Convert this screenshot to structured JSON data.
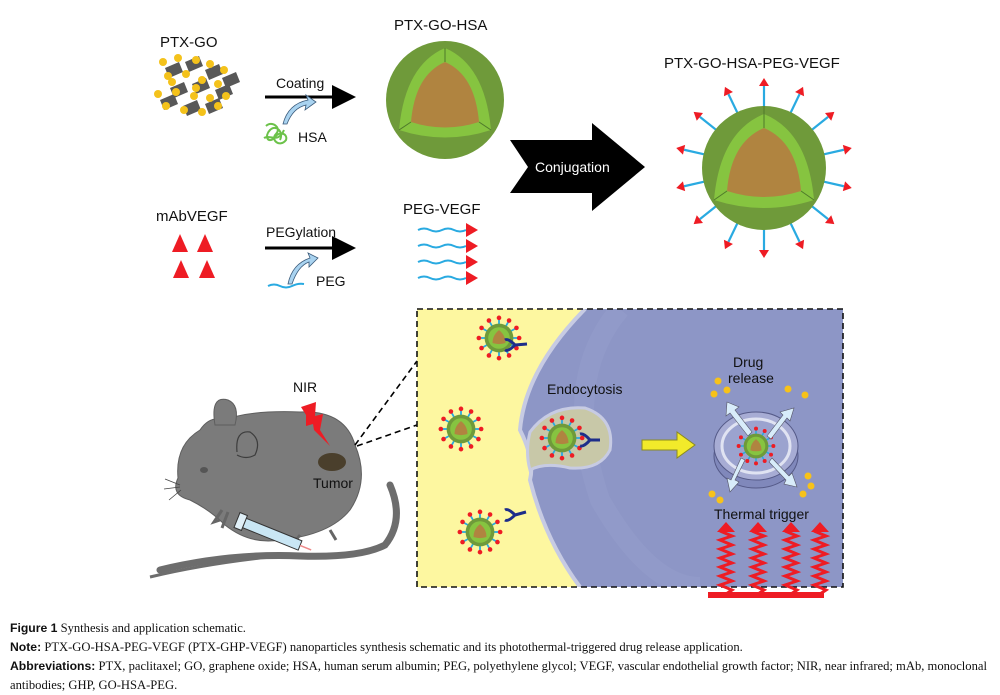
{
  "synthesis": {
    "ptx_go_label": "PTX-GO",
    "coating_label": "Coating",
    "hsa_label": "HSA",
    "ptx_go_hsa_label": "PTX-GO-HSA",
    "conjugation_label": "Conjugation",
    "final_label": "PTX-GO-HSA-PEG-VEGF",
    "mabvegf_label": "mAbVEGF",
    "pegylation_label": "PEGylation",
    "peg_label": "PEG",
    "peg_vegf_label": "PEG-VEGF"
  },
  "application": {
    "nir_label": "NIR",
    "tumor_label": "Tumor",
    "endocytosis_label": "Endocytosis",
    "drug_release_line1": "Drug",
    "drug_release_line2": "release",
    "thermal_trigger_label": "Thermal trigger"
  },
  "colors": {
    "shell_dark": "#6f9a3a",
    "shell_light": "#86c440",
    "core": "#b08440",
    "vegf_red": "#ee1c24",
    "peg_blue": "#29aae1",
    "extracellular": "#fdf7a0",
    "cell": "#8d96c6",
    "drug": "#f7c21a"
  },
  "caption": {
    "figure_label": "Figure 1",
    "figure_text": "Synthesis and application schematic.",
    "note_label": "Note:",
    "note_text": "PTX-GO-HSA-PEG-VEGF (PTX-GHP-VEGF) nanoparticles synthesis schematic and its photothermal-triggered drug release application.",
    "abbr_label": "Abbreviations:",
    "abbr_text": "PTX, paclitaxel; GO, graphene oxide; HSA, human serum albumin; PEG, polyethylene glycol; VEGF, vascular endothelial growth factor; NIR, near infrared; mAb, monoclonal antibodies; GHP, GO-HSA-PEG."
  }
}
